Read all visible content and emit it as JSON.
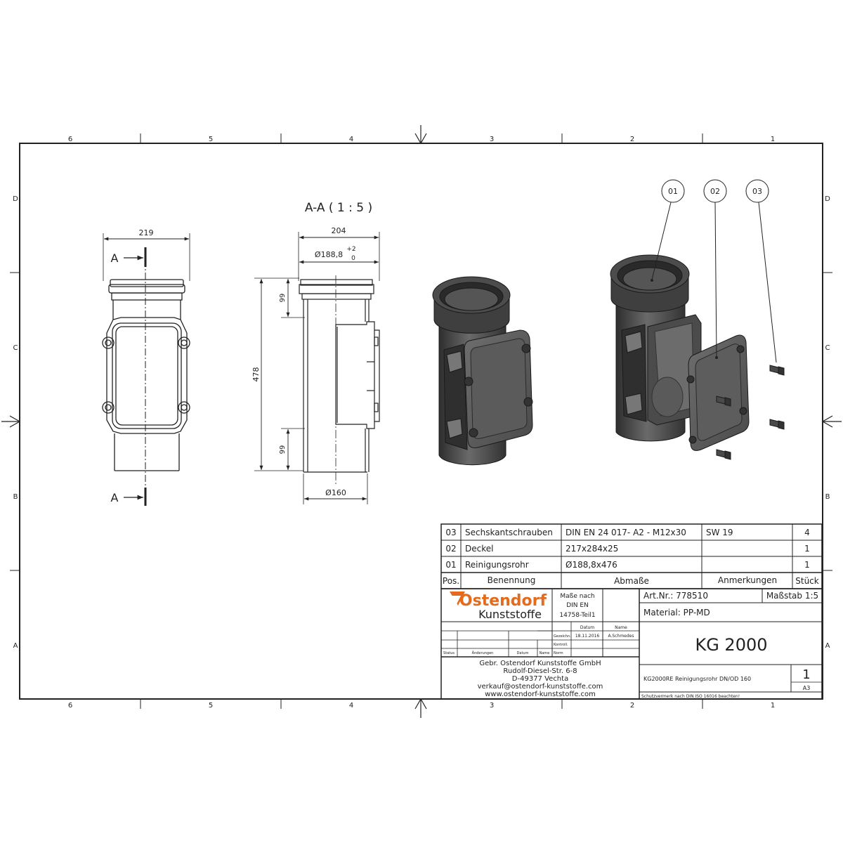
{
  "frame": {
    "columns": [
      "6",
      "5",
      "4",
      "3",
      "2",
      "1"
    ],
    "rows": [
      "D",
      "C",
      "B",
      "A"
    ]
  },
  "front_view": {
    "width_label": "219",
    "section_label_top": "A",
    "section_label_bottom": "A"
  },
  "section_view": {
    "title": "A-A ( 1 : 5 )",
    "width_label": "204",
    "diameter_label": "Ø188,8",
    "tol_upper": "+2",
    "tol_lower": "0",
    "height_label": "478",
    "top_socket_label": "99",
    "bottom_spigot_label": "99",
    "bottom_diameter_label": "Ø160"
  },
  "balloons": [
    "01",
    "02",
    "03"
  ],
  "parts_list": {
    "headers": {
      "pos": "Pos.",
      "name": "Benennung",
      "dims": "Abmaße",
      "notes": "Anmerkungen",
      "qty": "Stück"
    },
    "rows": [
      {
        "pos": "03",
        "name": "Sechskantschrauben",
        "dims": "DIN EN 24 017- A2 - M12x30",
        "notes": "SW 19",
        "qty": "4"
      },
      {
        "pos": "02",
        "name": "Deckel",
        "dims": "217x284x25",
        "notes": "",
        "qty": "1"
      },
      {
        "pos": "01",
        "name": "Reinigungsrohr",
        "dims": "Ø188,8x476",
        "notes": "",
        "qty": "1"
      }
    ]
  },
  "title_block": {
    "logo_line1": "Ostendorf",
    "logo_line2": "Kunststoffe",
    "standard_l1": "Maße nach",
    "standard_l2": "DIN EN",
    "standard_l3": "14758-Teil1",
    "art_nr": "Art.Nr.: 778510",
    "scale": "Maßstab 1:5",
    "material": "Material: PP-MD",
    "col_datum": "Datum",
    "col_name": "Name",
    "row_gezeichnet": "Gezeichn.",
    "row_kontroll": "Kontroll.",
    "row_norm": "Norm",
    "date_drawn": "18.11.2016",
    "drawn_by": "A.Schmedes",
    "rev_status": "Status",
    "rev_changes": "Änderungen",
    "rev_date": "Datum",
    "rev_name": "Name",
    "product": "KG 2000",
    "description": "KG2000RE Reinigungsrohr DN/OD 160",
    "sheet_number": "1",
    "paper_format": "A3",
    "company_l1": "Gebr. Ostendorf Kunststoffe GmbH",
    "company_l2": "Rudolf-Diesel-Str. 6-8",
    "company_l3": "D-49377 Vechta",
    "company_l4": "verkauf@ostendorf-kunststoffe.com",
    "company_l5": "www.ostendorf-kunststoffe.com",
    "protection_note": "Schutzvermerk nach DIN ISO 16016 beachten!"
  },
  "colors": {
    "line": "#222222",
    "pipe_fill": "#5a5a5a",
    "pipe_dark": "#3a3a3a",
    "logo_orange": "#e46b1e"
  }
}
